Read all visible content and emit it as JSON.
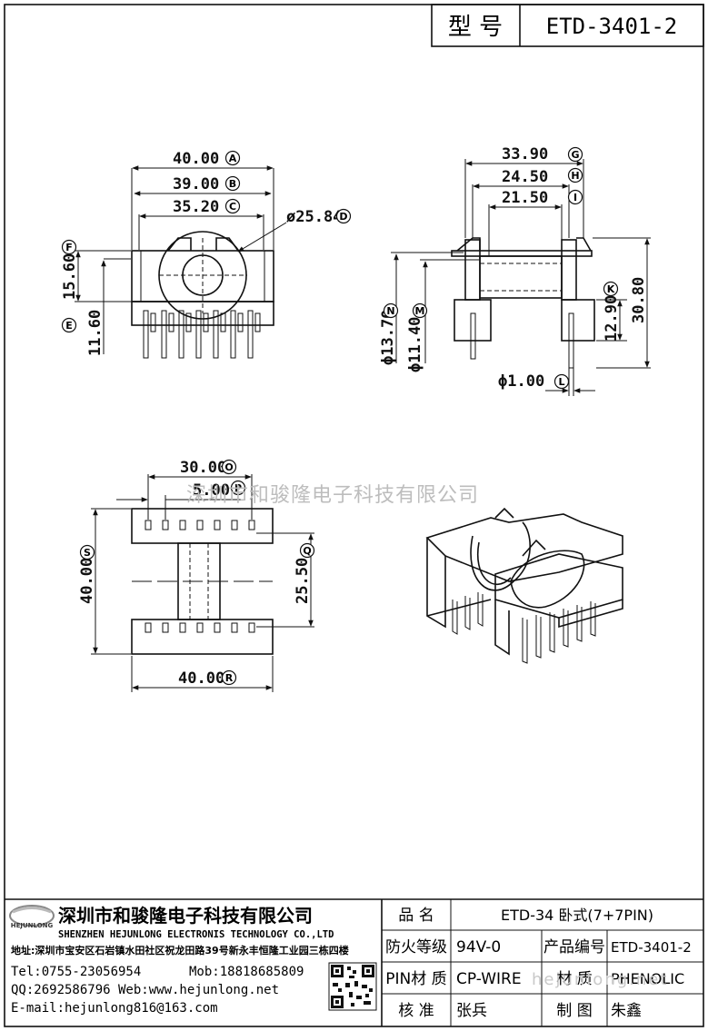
{
  "header": {
    "model_label": "型 号",
    "model_value": "ETD-3401-2"
  },
  "dimensions": {
    "front": {
      "w1": "40.00",
      "w2": "39.00",
      "w3": "35.20",
      "dia": "ø25.84",
      "h1": "15.60",
      "h2": "11.60"
    },
    "side": {
      "w1": "33.90",
      "w2": "24.50",
      "w3": "21.50",
      "d1": "ϕ13.70",
      "d2": "ϕ11.40",
      "h1": "12.90",
      "h2": "30.80",
      "pin": "ϕ1.00"
    },
    "bottom": {
      "w1": "30.00",
      "w2": "5.00",
      "h1": "40.00",
      "h2": "25.50",
      "w3": "40.00"
    }
  },
  "markers": [
    "A",
    "B",
    "C",
    "D",
    "E",
    "F",
    "G",
    "H",
    "I",
    "K",
    "L",
    "M",
    "N",
    "O",
    "P",
    "Q",
    "R",
    "S"
  ],
  "watermark": "深圳市和骏隆电子科技有限公司",
  "footer_watermark": "hejunlong.net",
  "company": {
    "logo_text": "HEJUNLONG",
    "name_cn": "深圳市和骏隆电子科技有限公司",
    "name_en": "SHENZHEN HEJUNLONG ELECTRONIS TECHNOLOGY CO.,LTD",
    "address": "地址:深圳市宝安区石岩镇水田社区祝龙田路39号新永丰恒隆工业园三栋四楼",
    "tel": "Tel:0755-23056954",
    "mob": "Mob:18818685809",
    "qq_web": "QQ:2692586796 Web:www.hejunlong.net",
    "email": "E-mail:hejunlong816@163.com"
  },
  "table": {
    "product_name_label": "品 名",
    "product_name": "ETD-34 卧式(7+7PIN)",
    "fire_label": "防火等级",
    "fire": "94V-0",
    "code_label": "产品编号",
    "code": "ETD-3401-2",
    "pin_label": "PIN材 质",
    "pin": "CP-WIRE",
    "material_label": "材 质",
    "material": "PHENOLIC",
    "check_label": "核 准",
    "check": "张兵",
    "draw_label": "制 图",
    "draw": "朱鑫"
  }
}
